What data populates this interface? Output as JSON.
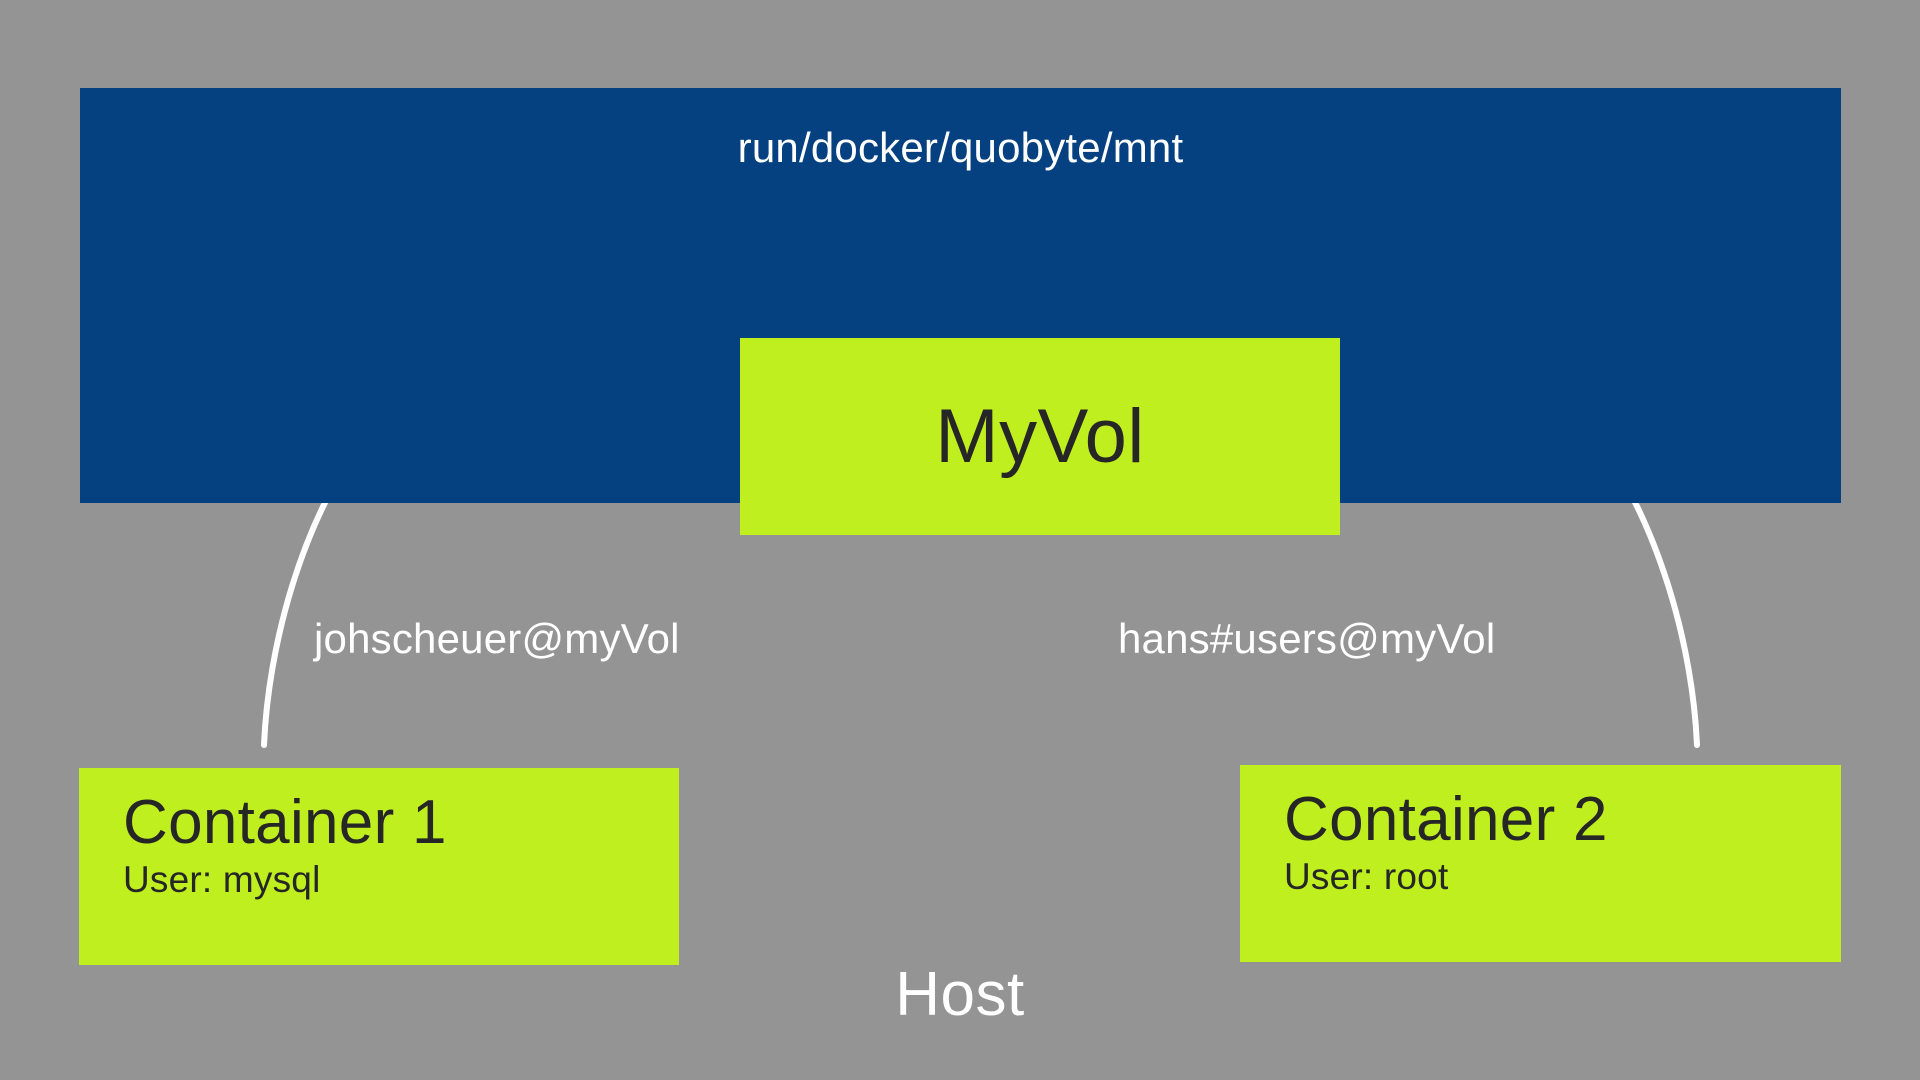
{
  "diagram": {
    "background_color": "#949494",
    "host": {
      "label": "Host"
    },
    "mount": {
      "path_label": "run/docker/quobyte/mnt",
      "fill_color": "#054080"
    },
    "volume": {
      "label": "MyVol",
      "fill_color": "#bfef1e",
      "text_color": "#262626"
    },
    "containers": [
      {
        "title": "Container 1",
        "user_label": "User: mysql",
        "fill_color": "#bfef1e",
        "mount_string": "johscheuer@myVol"
      },
      {
        "title": "Container 2",
        "user_label": "User: root",
        "fill_color": "#bfef1e",
        "mount_string": "hans#users@myVol"
      }
    ],
    "arrows": [
      {
        "name": "container-1-to-volume",
        "label": "johscheuer@myVol",
        "head": "chevron-right-icon",
        "stroke_color": "#ffffff"
      },
      {
        "name": "container-2-to-volume",
        "label": "hans#users@myVol",
        "head": "chevron-left-icon",
        "stroke_color": "#ffffff"
      }
    ]
  }
}
